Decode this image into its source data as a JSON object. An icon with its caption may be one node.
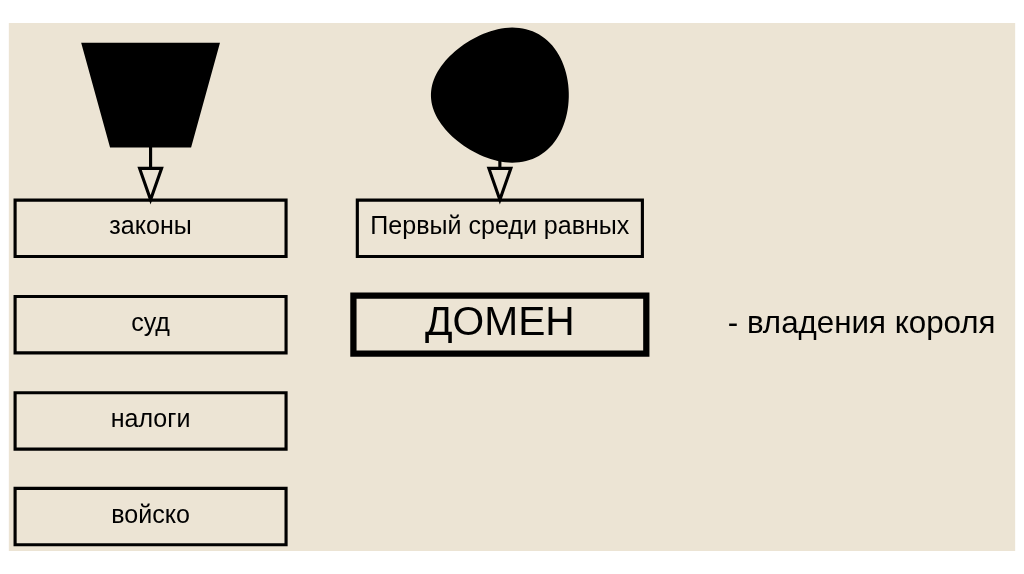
{
  "diagram": {
    "nodes": [
      {
        "text": [],
        "shape": "picture"
      },
      {
        "text": [],
        "shape": "picture"
      },
      {
        "text": [
          "законы"
        ]
      },
      {
        "text": [
          "суд"
        ]
      },
      {
        "text": [
          "налоги"
        ]
      },
      {
        "text": [
          "войско"
        ]
      },
      {
        "text": [
          "Первый среди равных"
        ]
      },
      {
        "text": [
          "ДОМЕН"
        ],
        "beside": [
          "- владения короля"
        ]
      }
    ],
    "edges": [
      {
        "from": 0,
        "to": 2,
        "arrow": "to"
      },
      {
        "from": 1,
        "to": 6,
        "arrow": "to"
      }
    ]
  }
}
